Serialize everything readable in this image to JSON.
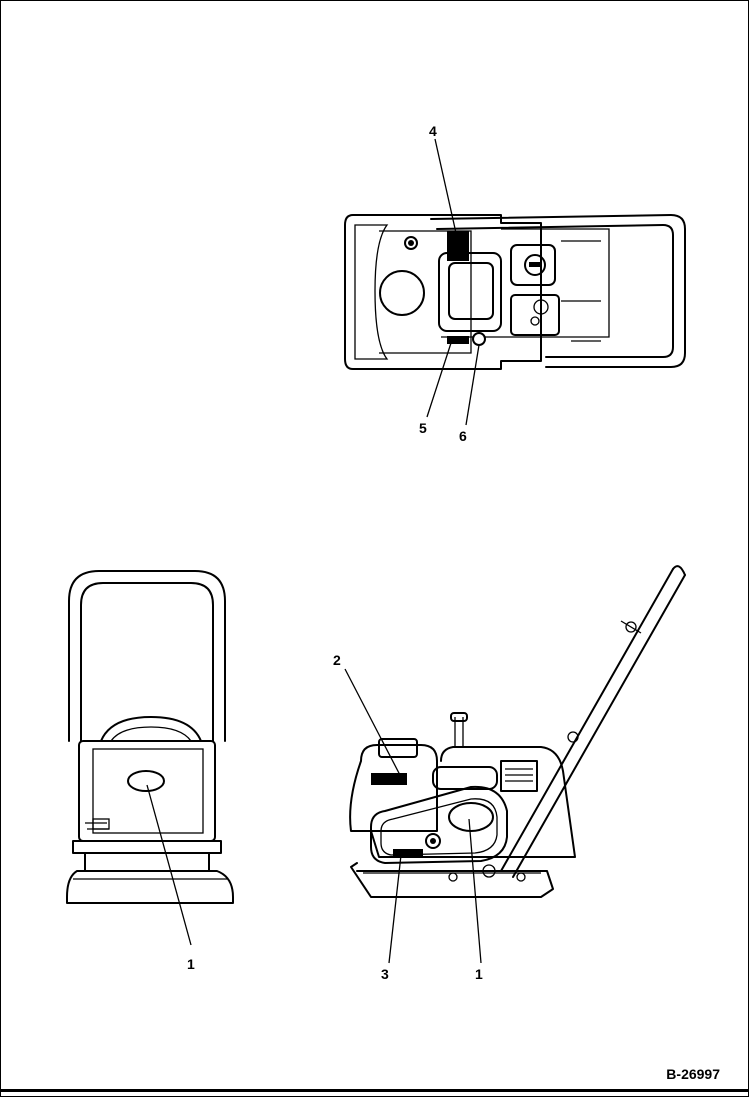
{
  "doc_ref": "B-26997",
  "callouts": {
    "top_view": [
      "4",
      "5",
      "6"
    ],
    "front_view": [
      "1"
    ],
    "side_view": [
      "2",
      "3",
      "1"
    ]
  }
}
